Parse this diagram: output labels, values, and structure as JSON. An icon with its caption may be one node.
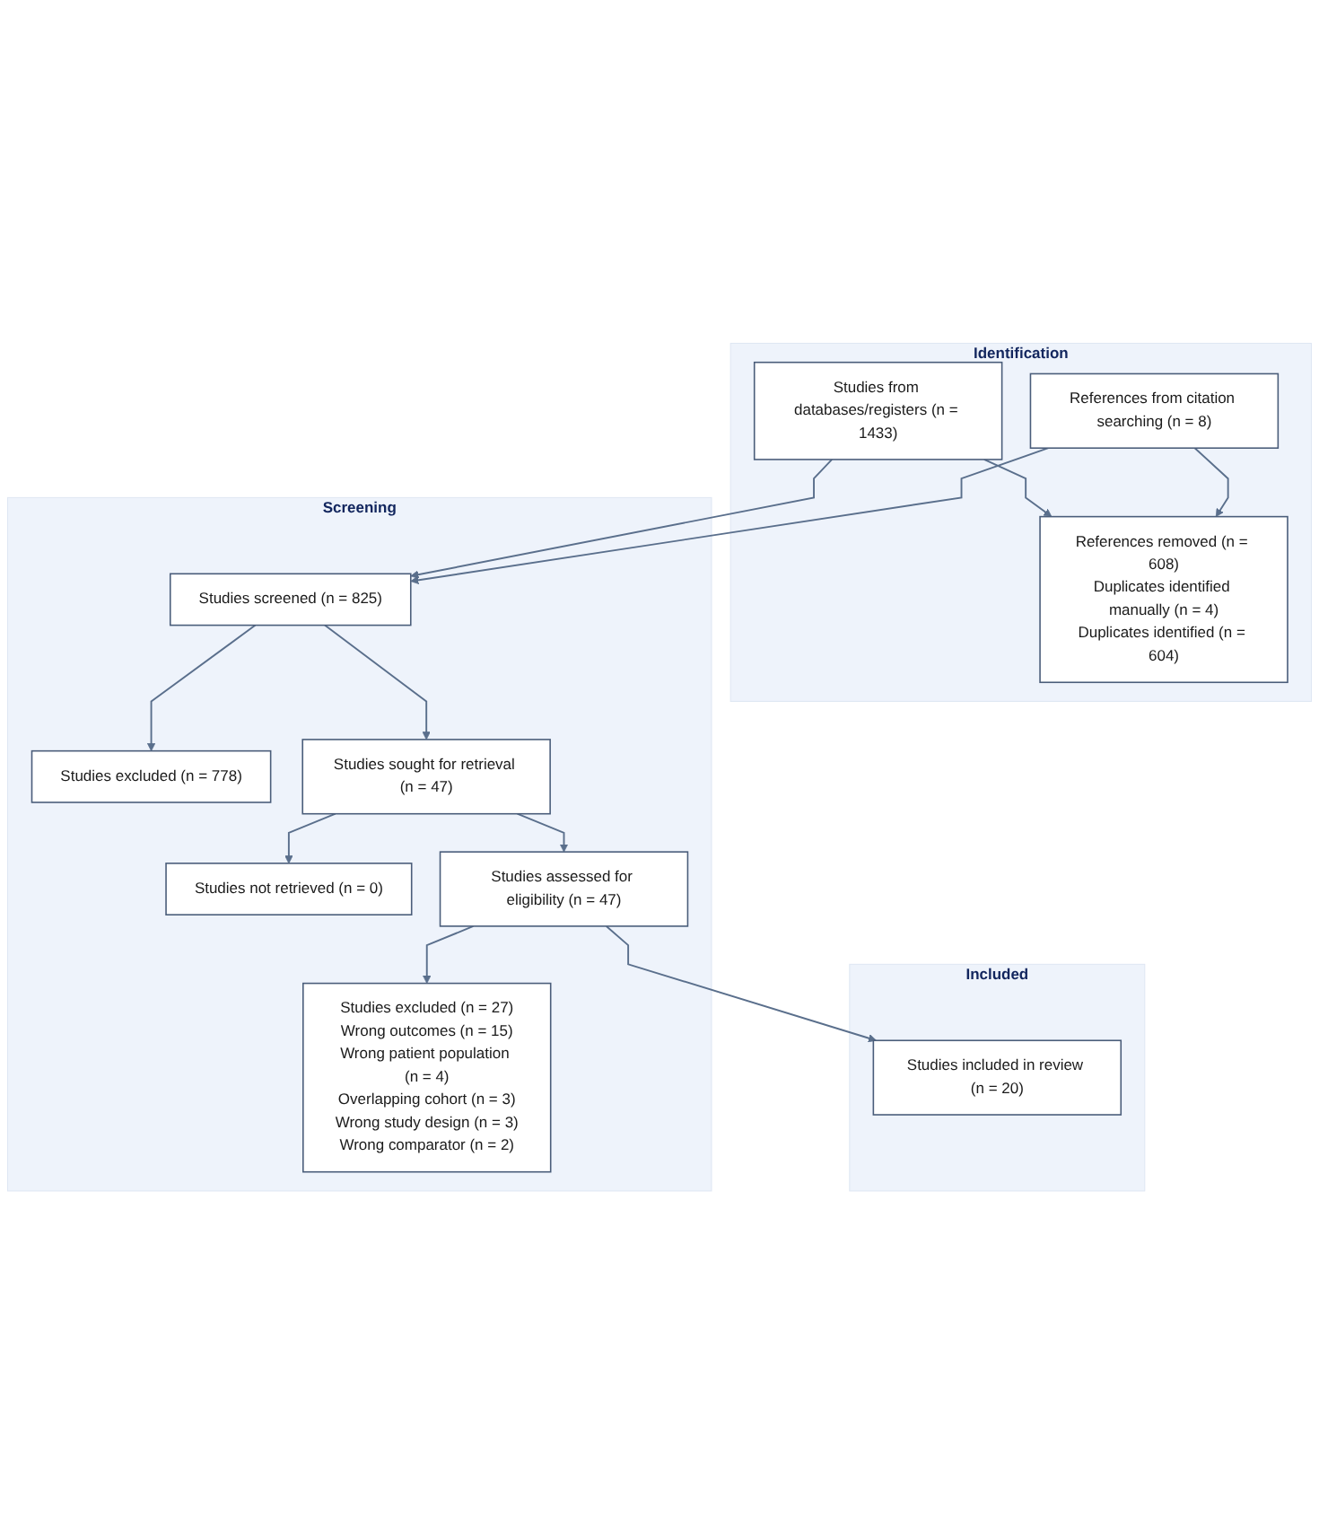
{
  "diagram": {
    "nodes": [
      {
        "text": [
          "Identification"
        ]
      },
      {
        "text": [
          "Studies from databases/registers (n = 1433)"
        ],
        "in": 0
      },
      {
        "text": [
          "References from citation searching (n = 8)"
        ],
        "in": 0
      },
      {
        "text": [
          "References removed (n = 608)",
          "Duplicates identified manually (n = 4)",
          "Duplicates identified (n = 604)"
        ],
        "in": 0
      },
      {
        "text": [
          "Screening"
        ]
      },
      {
        "text": [
          "Studies screened (n = 825)"
        ],
        "in": 4
      },
      {
        "text": [
          "Studies excluded (n = 778)"
        ],
        "in": 4
      },
      {
        "text": [
          "Studies sought for retrieval (n = 47)"
        ],
        "in": 4
      },
      {
        "text": [
          "Studies not retrieved (n = 0)"
        ],
        "in": 4
      },
      {
        "text": [
          "Studies assessed for eligibility (n = 47)"
        ],
        "in": 4
      },
      {
        "text": [
          "Studies excluded (n = 27)",
          "Wrong outcomes (n = 15)",
          "Wrong patient population (n = 4)",
          "Overlapping cohort (n = 3)",
          "Wrong study design (n = 3)",
          "Wrong comparator (n = 2)"
        ],
        "in": 4
      },
      {
        "text": [
          "Included"
        ]
      },
      {
        "text": [
          "Studies included in review (n = 20)"
        ],
        "in": 11
      }
    ],
    "edges": [
      {
        "from": 1,
        "to": 3,
        "arrow": "to"
      },
      {
        "from": 2,
        "to": 3,
        "arrow": "to"
      },
      {
        "from": 1,
        "to": 5,
        "arrow": "to"
      },
      {
        "from": 2,
        "to": 5,
        "arrow": "to"
      },
      {
        "from": 5,
        "to": 6,
        "arrow": "to"
      },
      {
        "from": 5,
        "to": 7,
        "arrow": "to"
      },
      {
        "from": 7,
        "to": 8,
        "arrow": "to"
      },
      {
        "from": 7,
        "to": 9,
        "arrow": "to"
      },
      {
        "from": 9,
        "to": 10,
        "arrow": "to"
      },
      {
        "from": 9,
        "to": 12,
        "arrow": "to"
      }
    ]
  }
}
